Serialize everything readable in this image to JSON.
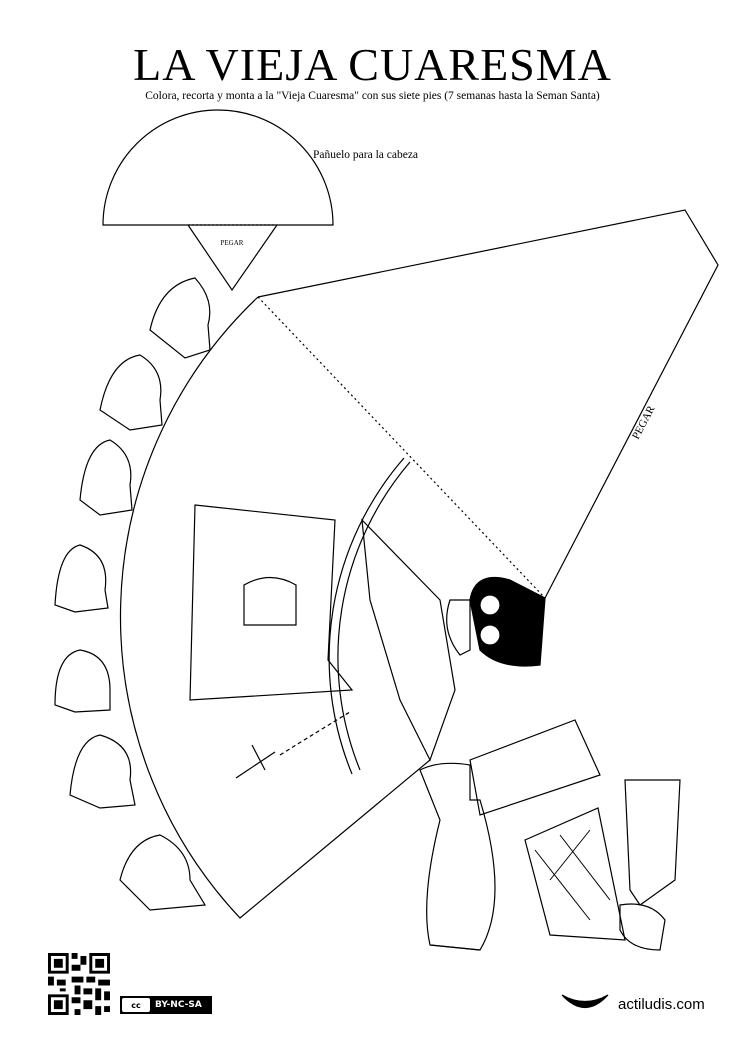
{
  "title": "LA VIEJA CUARESMA",
  "subtitle": "Colora, recorta y monta a la \"Vieja Cuaresma\" con sus siete  pies (7 semanas hasta la Seman Santa)",
  "scarf_label": "Pañuelo para la cabeza",
  "glue_tab_scarf": "PEGAR",
  "glue_tab_body": "PEGAR",
  "license_badge": {
    "icon": "cc",
    "label": "BY-NC-SA"
  },
  "site": "actiludis.com"
}
